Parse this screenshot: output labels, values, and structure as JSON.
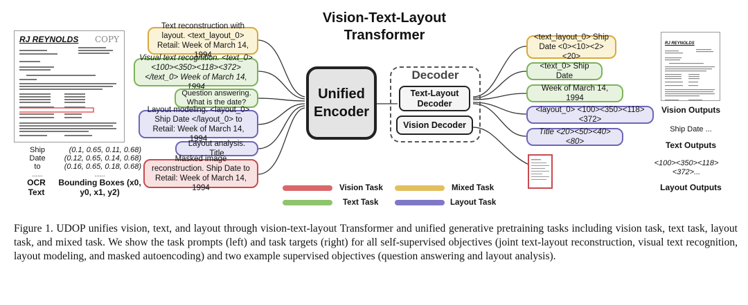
{
  "title": "Vision-Text-Layout Transformer",
  "source_doc": {
    "header": "RJ REYNOLDS",
    "stamp": "COPY"
  },
  "ocr_rows": [
    {
      "token": "Ship",
      "box": "(0.1, 0.65, 0.11, 0.68)"
    },
    {
      "token": "Date",
      "box": "(0.12, 0.65, 0.14, 0.68)"
    },
    {
      "token": "to",
      "box": "(0.16, 0.65, 0.18, 0.68)"
    },
    {
      "token": "......",
      "box": "......"
    }
  ],
  "ocr_label": "OCR Text",
  "bbox_label": "Bounding Boxes (x0, y0, x1, y2)",
  "prompts": [
    {
      "text": "Text reconstruction with layout. <text_layout_0> Retail: Week of March 14, 1994",
      "task": "mixed"
    },
    {
      "text": "Visual text recognition. <text_0> <100><350><118><372> </text_0> Week of March 14, 1994",
      "task": "text"
    },
    {
      "text": "Question answering. What is the date?",
      "task": "text"
    },
    {
      "text": "Layout modeling. <layout_0> Ship Date </layout_0> to Retail: Week of March 14, 1994",
      "task": "layout"
    },
    {
      "text": "Layout analysis. Title",
      "task": "layout"
    },
    {
      "text": "Masked image reconstruction. Ship Date to Retail: Week of March 14, 1994",
      "task": "vision"
    }
  ],
  "encoder_label": "Unified Encoder",
  "decoder_title": "Decoder",
  "decoders": [
    "Text-Layout Decoder",
    "Vision Decoder"
  ],
  "targets": [
    {
      "text": "<text_layout_0> Ship Date <0><10><2><20>",
      "task": "mixed"
    },
    {
      "text": "<text_0> Ship Date",
      "task": "text"
    },
    {
      "text": "Week of March 14, 1994",
      "task": "text"
    },
    {
      "text": "<layout_0> <100><350><118><372>",
      "task": "layout"
    },
    {
      "text": "Title <20><50><40><80>",
      "task": "layout"
    }
  ],
  "outputs": {
    "vision": "Vision Outputs",
    "text_sample": "Ship Date ...",
    "text": "Text Outputs",
    "layout_sample": "<100><350><118><372>...",
    "layout": "Layout Outputs"
  },
  "legend": [
    {
      "label": "Vision Task",
      "color": "#d9676b"
    },
    {
      "label": "Mixed Task",
      "color": "#e3bf5e"
    },
    {
      "label": "Text Task",
      "color": "#8fc46c"
    },
    {
      "label": "Layout Task",
      "color": "#7f78c6"
    }
  ],
  "caption": "Figure 1. UDOP unifies vision, text, and layout through vision-text-layout Transformer and unified generative pretraining tasks including vision task, text task, layout task, and mixed task. We show the task prompts (left) and task targets (right) for all self-supervised objectives (joint text-layout reconstruction, visual text recognition, layout modeling, and masked autoencoding) and two example supervised objectives (question answering and layout analysis)."
}
